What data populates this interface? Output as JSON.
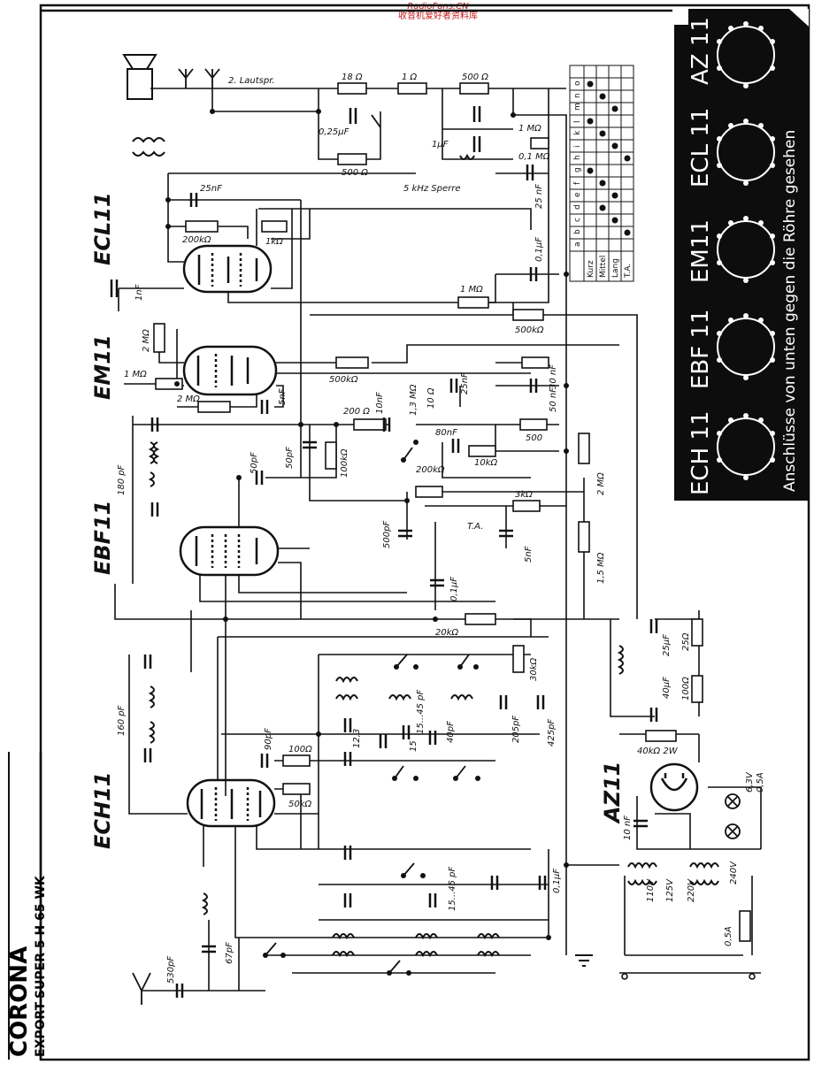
{
  "watermark": {
    "line1": "RadioFans.CN",
    "line2": "收音机爱好者资料库"
  },
  "title": {
    "brand": "CORONA",
    "model": "EXPORT-SUPER 5 H 65 WK"
  },
  "tube_labels": [
    "ECL11",
    "EM11",
    "EBF11",
    "ECH11",
    "AZ11"
  ],
  "socket_panel": {
    "tube_names": [
      "ECH 11",
      "EBF 11",
      "EM11",
      "ECL 11",
      "AZ 11"
    ],
    "caption": "Anschlüsse von unten gegen die Röhre gesehen"
  },
  "speaker_label": "2. Lautspr.",
  "switch_table": {
    "header_letters": [
      "a",
      "b",
      "c",
      "d",
      "e",
      "f",
      "g",
      "h",
      "i",
      "k",
      "l",
      "m",
      "n",
      "o"
    ],
    "row_labels": [
      "Kurz",
      "Mittel",
      "Lang",
      "T.A."
    ]
  },
  "components": {
    "r18": "18 Ω",
    "r1": "1 Ω",
    "r500a": "500 Ω",
    "c025": "0,25μF",
    "r500b": "500 Ω",
    "c1u": "1μF",
    "r1m_b": "1 MΩ",
    "c01_tone": "0,1 MΩ",
    "sperre": "5 kHz Sperre",
    "c25_ecl": "25 nF",
    "c25n": "25nF",
    "r200k_ecl": "200kΩ",
    "r1k": "1kΩ",
    "c1nf": "1nF",
    "c01_ecl": "0,1μF",
    "r1m": "1 MΩ",
    "r500k_ecl": "500kΩ",
    "r2m": "2 MΩ",
    "r1m_em": "1 MΩ",
    "r2m_em": "2 MΩ",
    "r500k": "500kΩ",
    "c5nf": "5nF",
    "c30nf": "30 nF",
    "r200_a": "200 Ω",
    "c10nf": "10nF",
    "r13m": "1,3 MΩ",
    "r10m": "10 Ω",
    "c25nf": "25nF",
    "c50nf": "50 nF",
    "c50pf": "50pF",
    "r100k": "100kΩ",
    "c180pf": "180 pF",
    "c50pf_b": "50pF",
    "r200k": "200kΩ",
    "c80nf": "80nF",
    "r10k": "10kΩ",
    "r500": "500",
    "r2m_r": "2 MΩ",
    "r3k": "3kΩ",
    "c500pf": "500pF",
    "ta": "T.A.",
    "c5nf_b": "5nF",
    "r15m": "1,5 MΩ",
    "c01": "0,1μF",
    "r20k": "20kΩ",
    "r30k": "30kΩ",
    "c25pf": "25μF",
    "r25": "25Ω",
    "c40pf": "40μF",
    "r100": "100Ω",
    "c160pf": "160 pF",
    "c90pf": "90pF",
    "r100o": "100Ω",
    "r50k": "50kΩ",
    "c12": "12,3",
    "c15": "15",
    "c15_45": "15...45 pF",
    "c205": "205pF",
    "c425": "425pF",
    "c40pf_b": "40pF",
    "r40k": "40kΩ 2W",
    "c10nf_b": "10 nF",
    "v63": "6,3V",
    "a05": "0,5A",
    "c530": "530pF",
    "c67": "67pF",
    "v110": "110V",
    "v125": "125V",
    "v220": "220V",
    "v240": "240V",
    "fuse": "0,5A",
    "c15b": "15...45 pF",
    "c01b": "0,1μF"
  }
}
